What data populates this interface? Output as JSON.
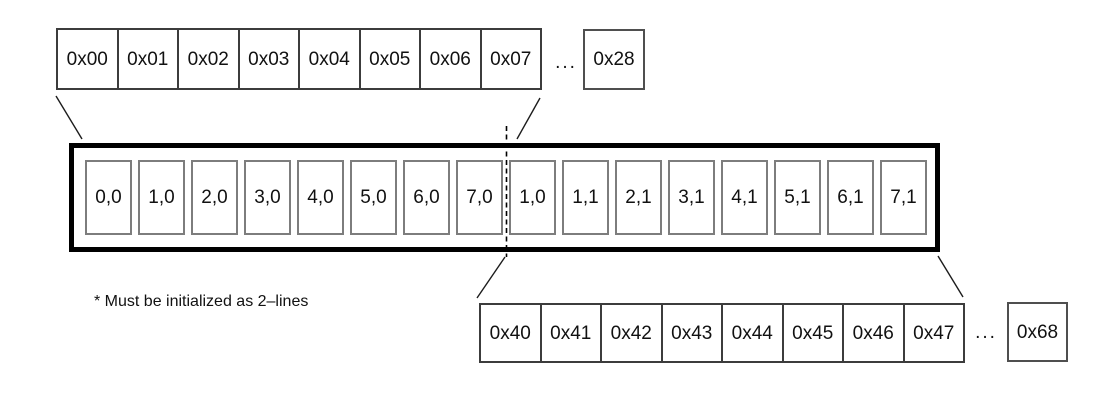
{
  "diagram": {
    "top_memory_row": {
      "cells": [
        "0x00",
        "0x01",
        "0x02",
        "0x03",
        "0x04",
        "0x05",
        "0x06",
        "0x07"
      ],
      "ellipsis": "...",
      "end_cell": "0x28"
    },
    "line_buffer_box": {
      "cells": [
        "0,0",
        "1,0",
        "2,0",
        "3,0",
        "4,0",
        "5,0",
        "6,0",
        "7,0",
        "1,0",
        "1,1",
        "2,1",
        "3,1",
        "4,1",
        "5,1",
        "6,1",
        "7,1"
      ]
    },
    "bottom_memory_row": {
      "cells": [
        "0x40",
        "0x41",
        "0x42",
        "0x43",
        "0x44",
        "0x45",
        "0x46",
        "0x47"
      ],
      "ellipsis": "...",
      "end_cell": "0x68"
    },
    "footnote": "* Must be initialized as 2–lines"
  },
  "colors": {
    "background": "#ffffff",
    "connector_line": "#1c1c1c",
    "thick_box_border": "#000000",
    "memory_row_border": "#3c3c3c",
    "texel_cell_border": "#7d7d7d"
  }
}
